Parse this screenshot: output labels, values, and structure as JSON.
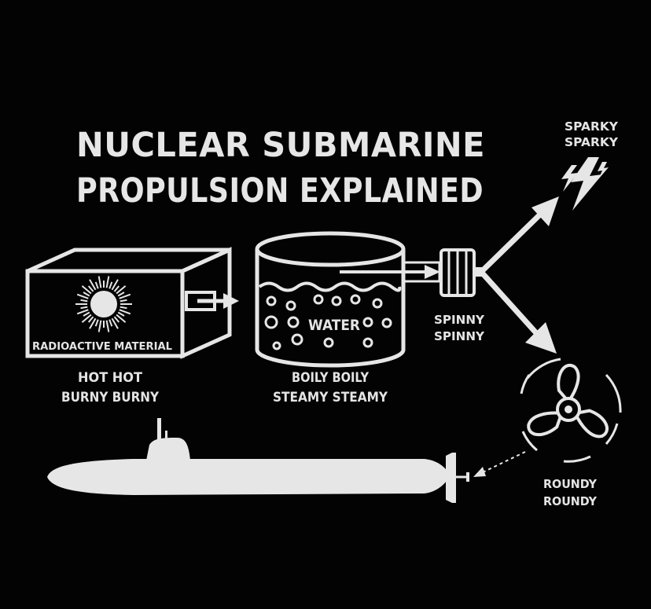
{
  "title": {
    "line1": "NUCLEAR SUBMARINE",
    "line2": "PROPULSION EXPLAINED"
  },
  "labels": {
    "sparky_1": "SPARKY",
    "sparky_2": "SPARKY",
    "radioactive": "RADIOACTIVE MATERIAL",
    "hot_1": "HOT HOT",
    "hot_2": "BURNY BURNY",
    "water": "WATER",
    "boil_1": "BOILY BOILY",
    "boil_2": "STEAMY STEAMY",
    "spinny_1": "SPINNY",
    "spinny_2": "SPINNY",
    "roundy_1": "ROUNDY",
    "roundy_2": "ROUNDY"
  },
  "icons": {
    "reactor": "radiating-sun-icon",
    "spark": "lightning-bolt-icon",
    "propeller": "propeller-icon",
    "submarine": "submarine-silhouette"
  },
  "colors": {
    "background": "#030303",
    "ink": "#e6e6e6"
  }
}
